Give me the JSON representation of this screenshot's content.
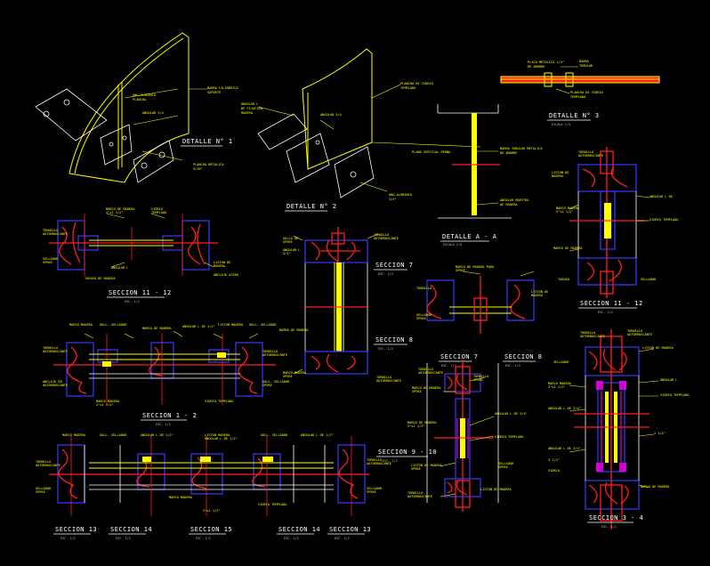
{
  "drawing": {
    "background": "#000000",
    "colors": {
      "outline": "#ffff00",
      "wood": "#ff2020",
      "frame": "#3a3aff",
      "text": "#ffffff",
      "accent": "#ff00ff"
    },
    "titles": {
      "detalle1": "DETALLE N° 1",
      "detalle2": "DETALLE N° 2",
      "detalle3": "DETALLE N° 3",
      "detalleAA": "DETALLE A - A",
      "seccion11_12_left": "SECCION 11 - 12",
      "seccion11_12_right": "SECCION 11 - 12",
      "seccion7_top": "SECCION 7",
      "seccion8_top": "SECCION 8",
      "seccion1_2": "SECCION 1 - 2",
      "seccion7": "SECCION 7",
      "seccion8": "SECCION 8",
      "seccion9_10": "SECCION 9 - 10",
      "seccion3_4": "SECCION 3 - 4",
      "seccion13_a": "SECCION 13",
      "seccion14_a": "SECCION 14",
      "seccion15": "SECCION 15",
      "seccion14_b": "SECCION 14",
      "seccion13_b": "SECCION 13"
    }
  }
}
